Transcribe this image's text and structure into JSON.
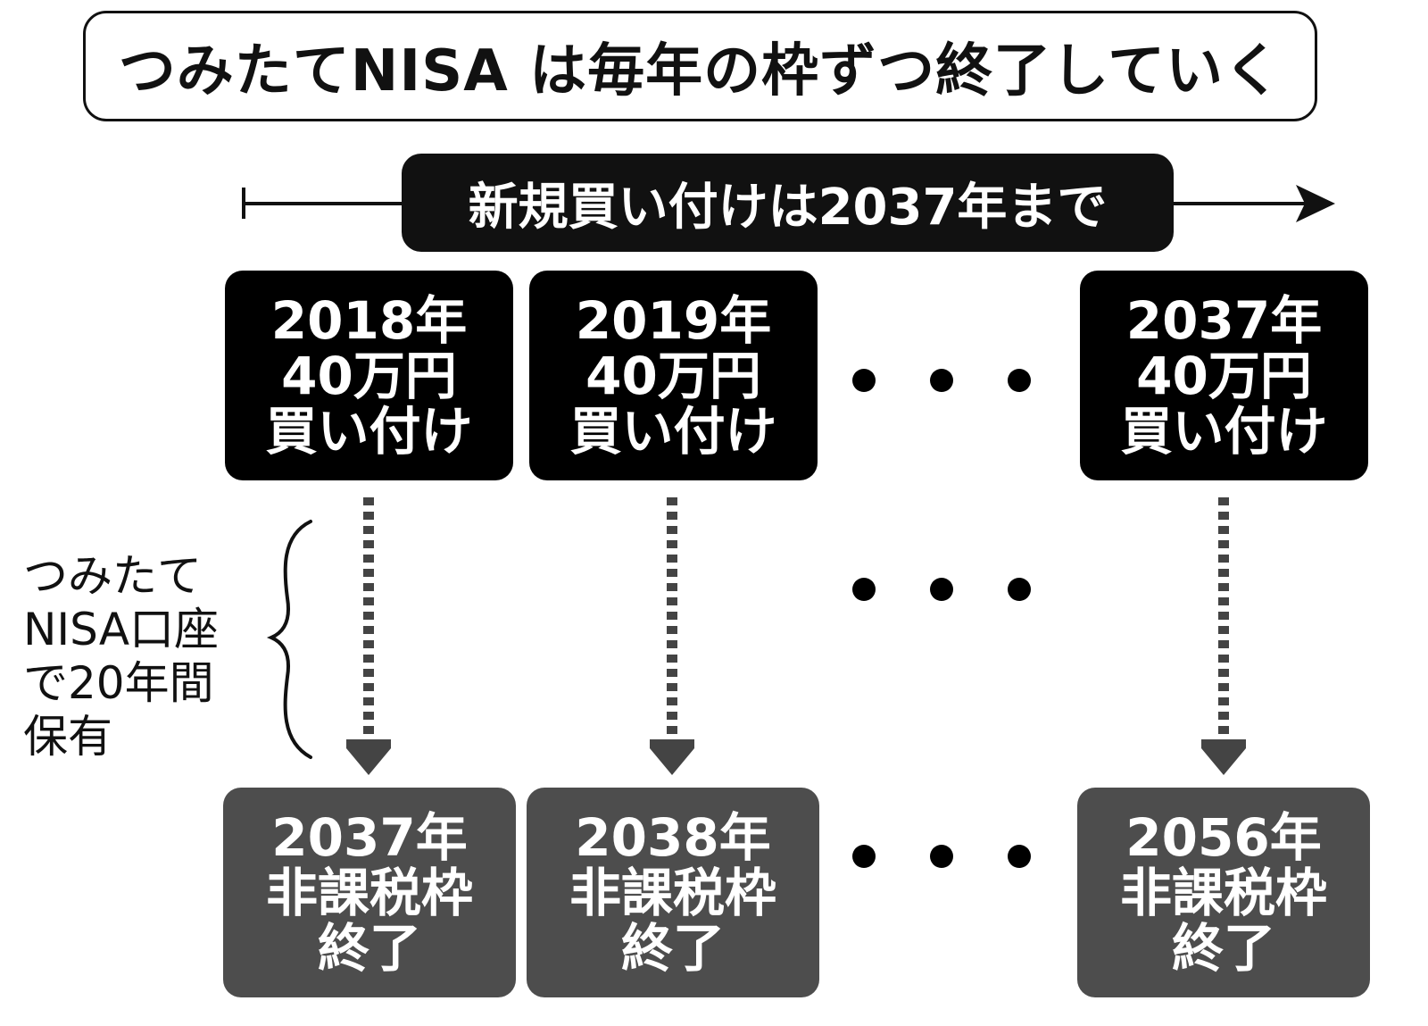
{
  "title": "つみたてNISA は毎年の枠ずつ終了していく",
  "timeline": {
    "label": "新規買い付けは2037年まで"
  },
  "purchases": [
    {
      "year": "2018年",
      "amount": "40万円",
      "action": "買い付け"
    },
    {
      "year": "2019年",
      "amount": "40万円",
      "action": "買い付け"
    },
    {
      "year": "2037年",
      "amount": "40万円",
      "action": "買い付け"
    }
  ],
  "endings": [
    {
      "year": "2037年",
      "label": "非課税枠",
      "status": "終了"
    },
    {
      "year": "2038年",
      "label": "非課税枠",
      "status": "終了"
    },
    {
      "year": "2056年",
      "label": "非課税枠",
      "status": "終了"
    }
  ],
  "holding_note": [
    "つみたて",
    "NISA口座",
    "で20年間",
    "保有"
  ]
}
